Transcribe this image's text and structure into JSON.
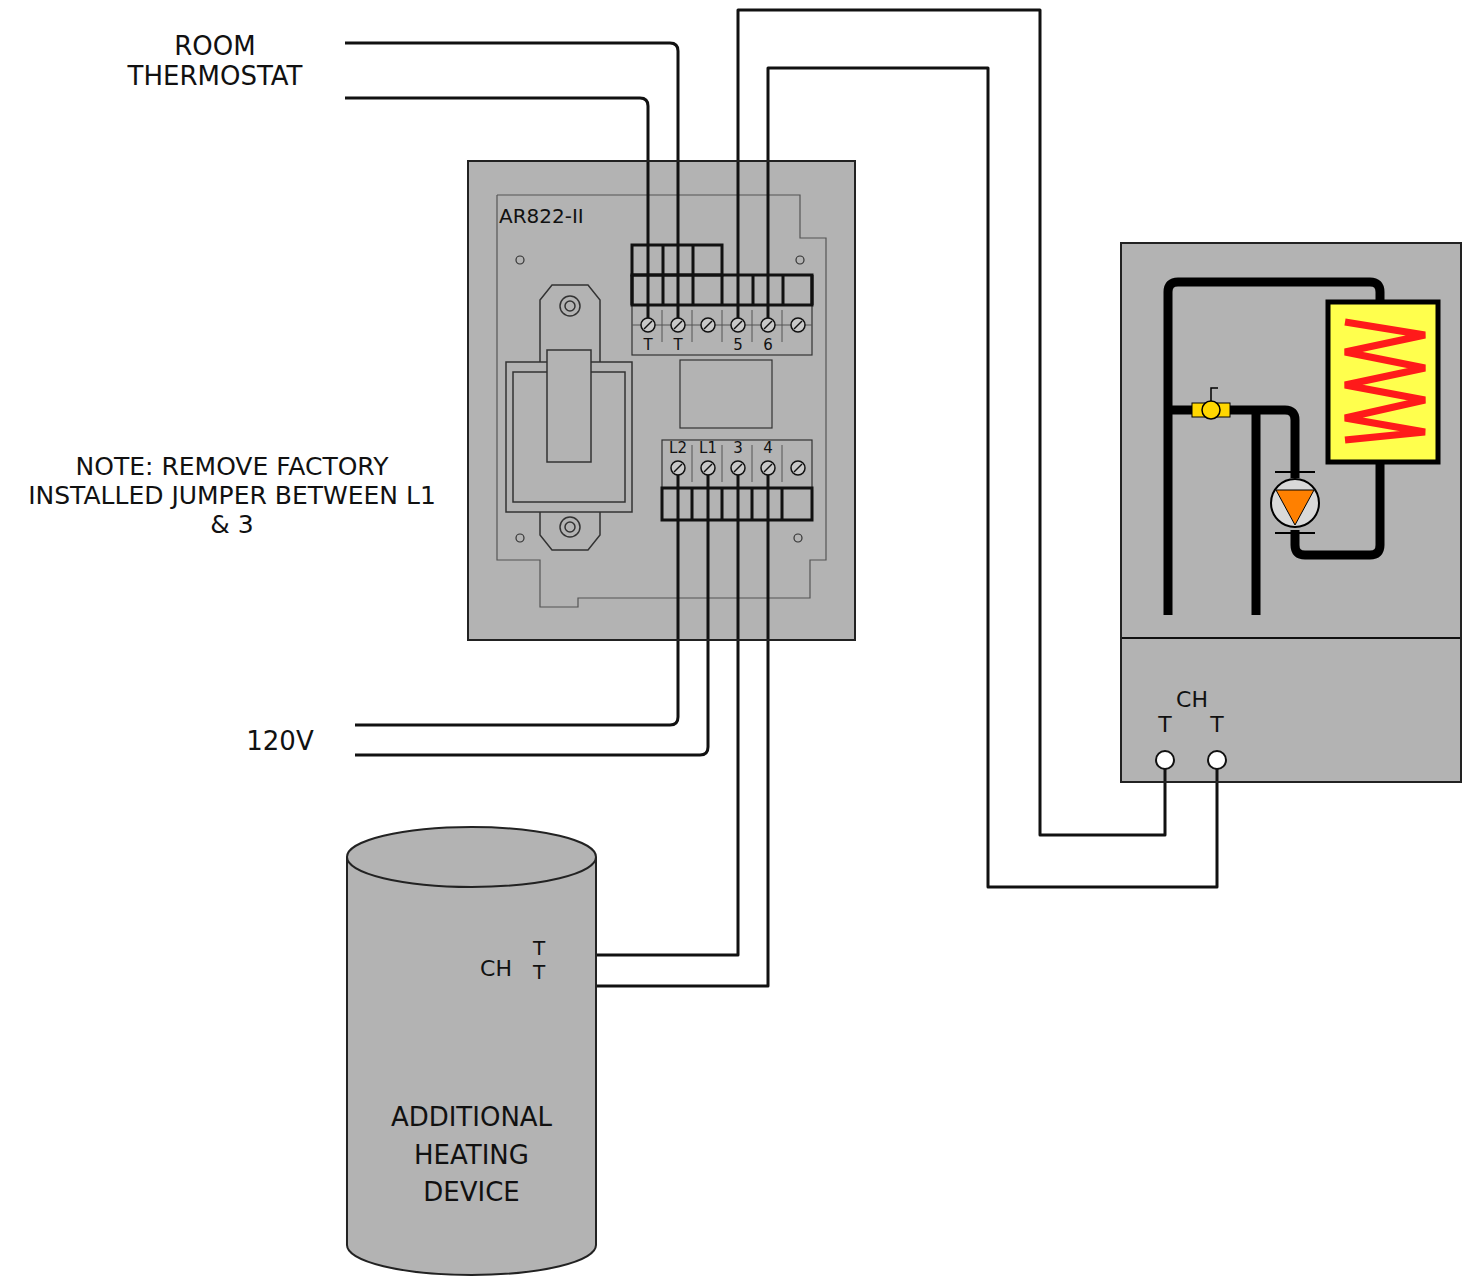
{
  "diagram": {
    "nodes": [
      {
        "text": [
          "AR822-II"
        ]
      },
      {
        "text": [
          "CH"
        ]
      },
      {
        "text": [
          "ADDITIONAL HEATING DEVICE"
        ]
      }
    ],
    "edges": [
      {
        "from": 0,
        "to": 1,
        "arrow": "none"
      },
      {
        "from": 0,
        "to": 1,
        "arrow": "none"
      },
      {
        "from": 0,
        "to": 2,
        "arrow": "none"
      },
      {
        "from": 0,
        "to": 2,
        "arrow": "none"
      }
    ],
    "labels": [
      "ROOM THERMOSTAT",
      "T",
      "T",
      "5",
      "6",
      "L2",
      "L1",
      "3",
      "4",
      "NOTE: REMOVE FACTORY INSTALLED JUMPER BETWEEN L1 & 3",
      "120V",
      "CH",
      "T",
      "T",
      "T",
      "T"
    ]
  }
}
